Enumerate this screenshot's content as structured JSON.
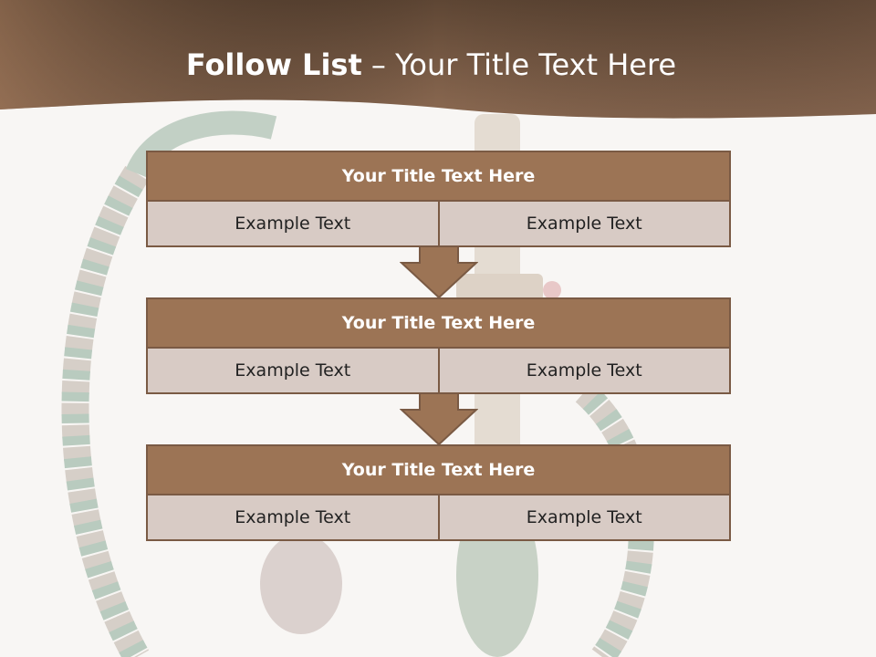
{
  "title": {
    "bold": "Follow List",
    "rest": " – Your Title Text Here"
  },
  "blocks": [
    {
      "title": "Your Title Text Here",
      "left": "Example Text",
      "right": "Example Text"
    },
    {
      "title": "Your Title Text Here",
      "left": "Example Text",
      "right": "Example Text"
    },
    {
      "title": "Your Title Text Here",
      "left": "Example Text",
      "right": "Example Text"
    }
  ],
  "colors": {
    "header": "#7a5a44",
    "title_bar": "#9c7455",
    "cell_fill": "#d8cbc5",
    "arrow": "#9c7455"
  },
  "background_image": "faded-hookah-photo"
}
